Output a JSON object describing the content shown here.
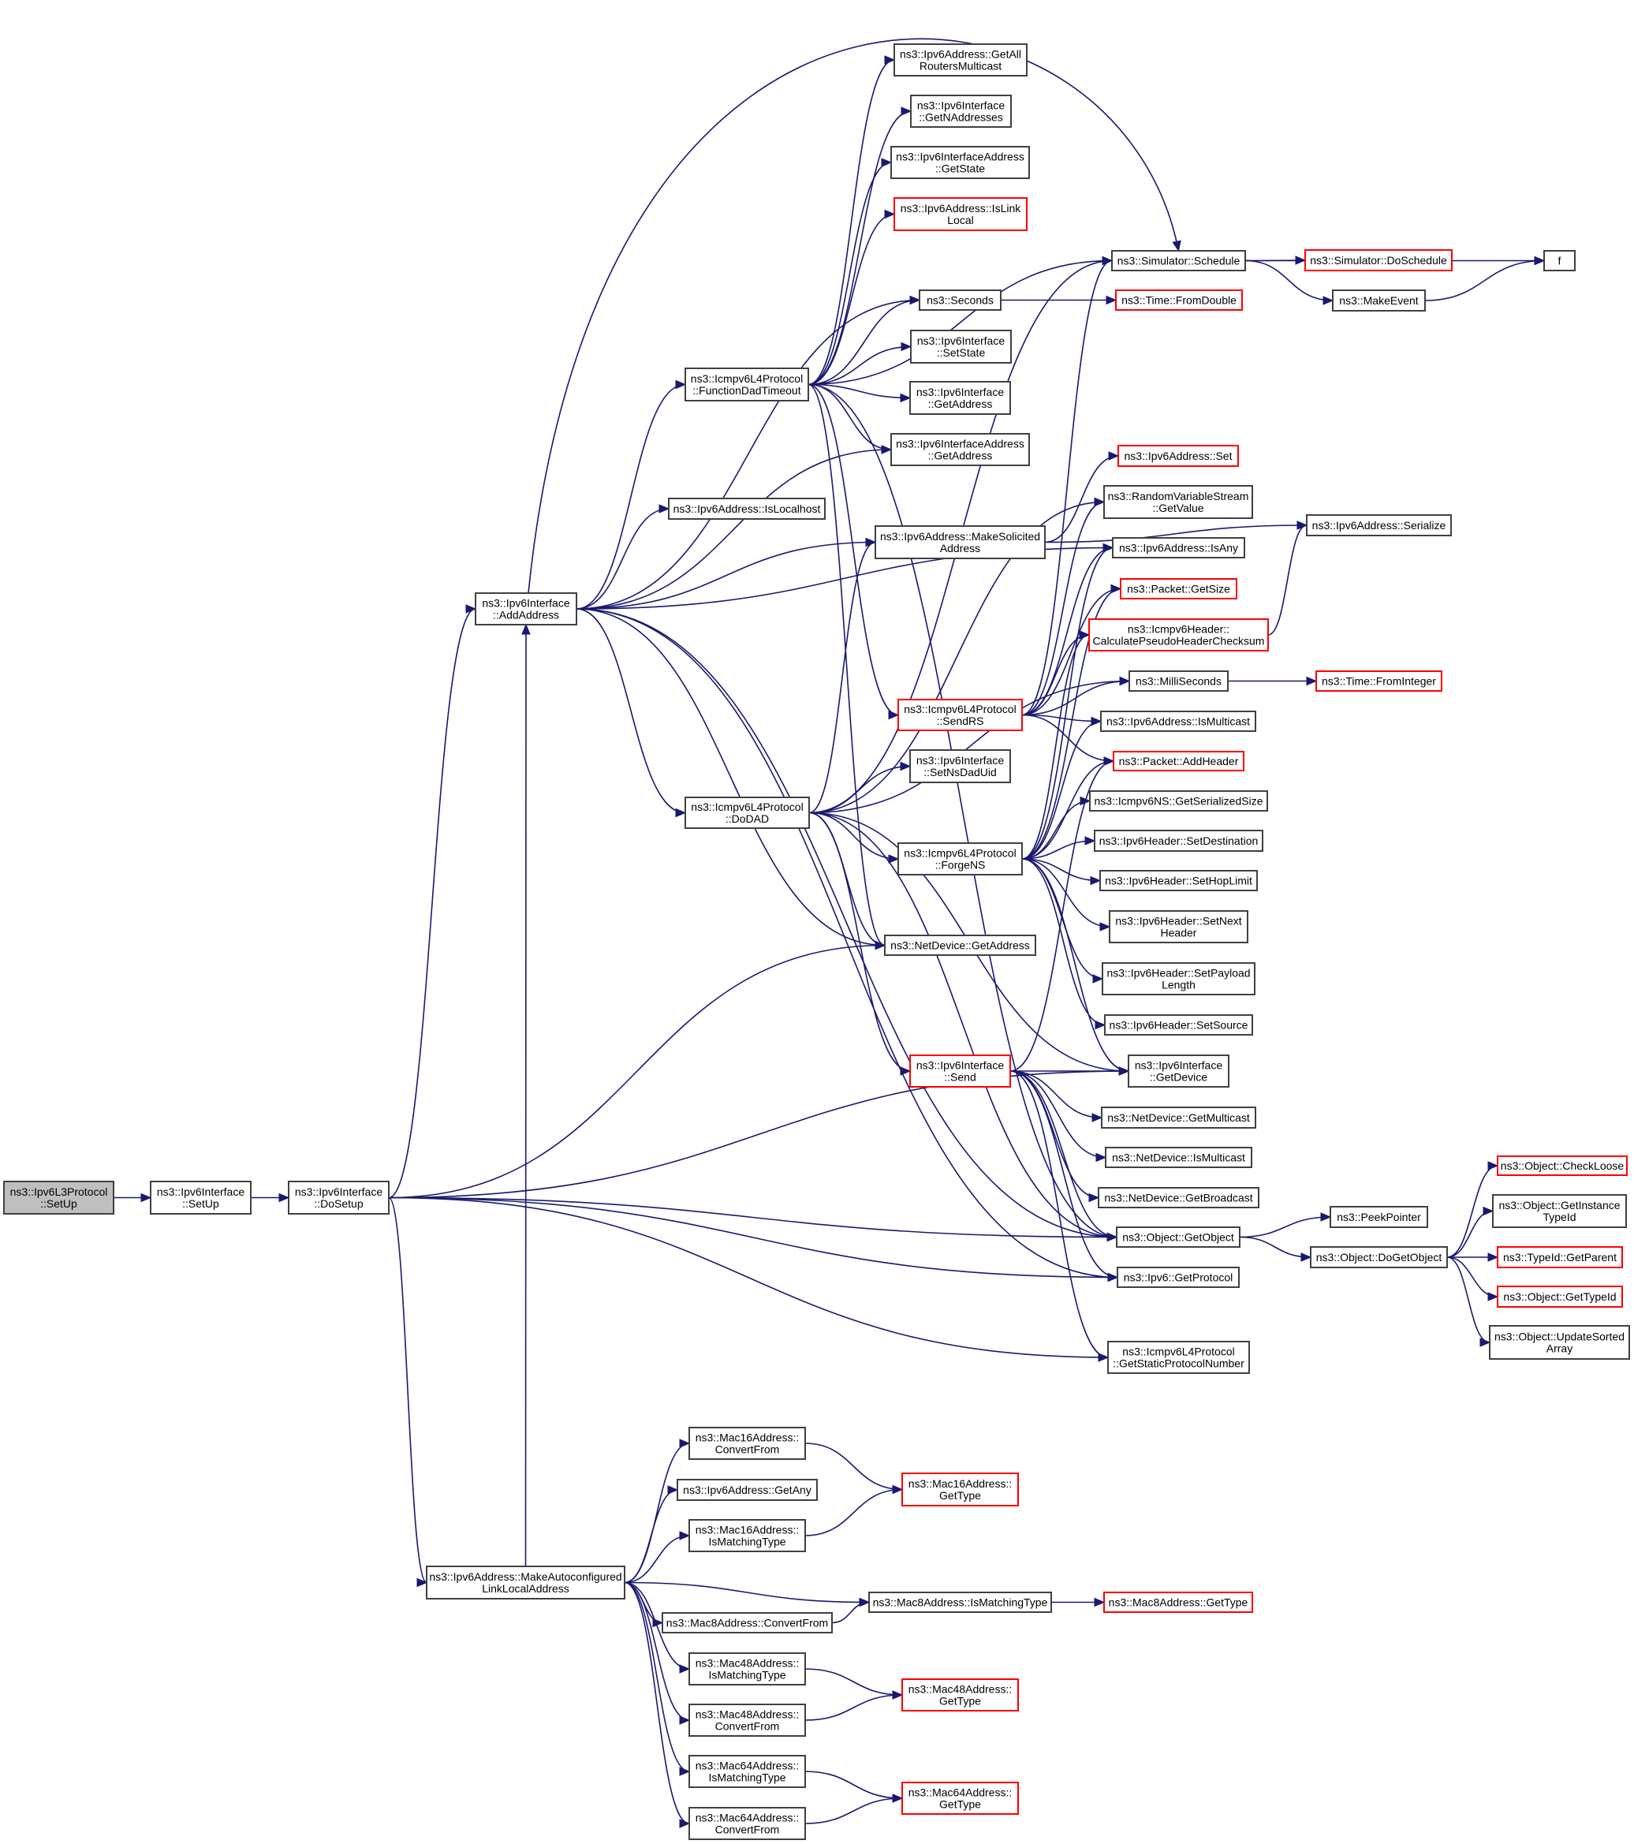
{
  "graph": {
    "type": "doxygen-call-graph",
    "colors": {
      "edge": "#191970",
      "incomplete_border": "#ff0000",
      "root_fill": "#bfbfbf",
      "node_border": "#404040"
    },
    "nodes": [
      {
        "id": "root",
        "lines": [
          "ns3::Ipv6L3Protocol",
          "::SetUp"
        ],
        "style": "root"
      },
      {
        "id": "if_setup",
        "lines": [
          "ns3::Ipv6Interface",
          "::SetUp"
        ],
        "style": "normal"
      },
      {
        "id": "dosetup",
        "lines": [
          "ns3::Ipv6Interface",
          "::DoSetup"
        ],
        "style": "normal"
      },
      {
        "id": "addaddress",
        "lines": [
          "ns3::Ipv6Interface",
          "::AddAddress"
        ],
        "style": "normal"
      },
      {
        "id": "makeauto",
        "lines": [
          "ns3::Ipv6Address::MakeAutoconfigured",
          "LinkLocalAddress"
        ],
        "style": "normal"
      },
      {
        "id": "funcdad",
        "lines": [
          "ns3::Icmpv6L4Protocol",
          "::FunctionDadTimeout"
        ],
        "style": "normal"
      },
      {
        "id": "islocalhost",
        "lines": [
          "ns3::Ipv6Address::IsLocalhost"
        ],
        "style": "normal"
      },
      {
        "id": "dodad",
        "lines": [
          "ns3::Icmpv6L4Protocol",
          "::DoDAD"
        ],
        "style": "normal"
      },
      {
        "id": "getallrouters",
        "lines": [
          "ns3::Ipv6Address::GetAll",
          "RoutersMulticast"
        ],
        "style": "normal"
      },
      {
        "id": "getnaddr",
        "lines": [
          "ns3::Ipv6Interface",
          "::GetNAddresses"
        ],
        "style": "normal"
      },
      {
        "id": "ifaddr_getstate",
        "lines": [
          "ns3::Ipv6InterfaceAddress",
          "::GetState"
        ],
        "style": "normal"
      },
      {
        "id": "islinklocal",
        "lines": [
          "ns3::Ipv6Address::IsLink",
          "Local"
        ],
        "style": "red"
      },
      {
        "id": "schedule",
        "lines": [
          "ns3::Simulator::Schedule"
        ],
        "style": "normal"
      },
      {
        "id": "seconds",
        "lines": [
          "ns3::Seconds"
        ],
        "style": "normal"
      },
      {
        "id": "setstate",
        "lines": [
          "ns3::Ipv6Interface",
          "::SetState"
        ],
        "style": "normal"
      },
      {
        "id": "if_getaddress",
        "lines": [
          "ns3::Ipv6Interface",
          "::GetAddress"
        ],
        "style": "normal"
      },
      {
        "id": "ifaddr_getaddress",
        "lines": [
          "ns3::Ipv6InterfaceAddress",
          "::GetAddress"
        ],
        "style": "normal"
      },
      {
        "id": "makesolicited",
        "lines": [
          "ns3::Ipv6Address::MakeSolicited",
          "Address"
        ],
        "style": "normal"
      },
      {
        "id": "sendrs",
        "lines": [
          "ns3::Icmpv6L4Protocol",
          "::SendRS"
        ],
        "style": "red"
      },
      {
        "id": "setnsdaduid",
        "lines": [
          "ns3::Ipv6Interface",
          "::SetNsDadUid"
        ],
        "style": "normal"
      },
      {
        "id": "forgens",
        "lines": [
          "ns3::Icmpv6L4Protocol",
          "::ForgeNS"
        ],
        "style": "normal"
      },
      {
        "id": "nd_getaddress",
        "lines": [
          "ns3::NetDevice::GetAddress"
        ],
        "style": "normal"
      },
      {
        "id": "if_send",
        "lines": [
          "ns3::Ipv6Interface",
          "::Send"
        ],
        "style": "red"
      },
      {
        "id": "mac16_convert",
        "lines": [
          "ns3::Mac16Address::",
          "ConvertFrom"
        ],
        "style": "normal"
      },
      {
        "id": "getany",
        "lines": [
          "ns3::Ipv6Address::GetAny"
        ],
        "style": "normal"
      },
      {
        "id": "mac16_ismatch",
        "lines": [
          "ns3::Mac16Address::",
          "IsMatchingType"
        ],
        "style": "normal"
      },
      {
        "id": "mac8_convert",
        "lines": [
          "ns3::Mac8Address::ConvertFrom"
        ],
        "style": "normal"
      },
      {
        "id": "mac48_ismatch",
        "lines": [
          "ns3::Mac48Address::",
          "IsMatchingType"
        ],
        "style": "normal"
      },
      {
        "id": "mac48_convert",
        "lines": [
          "ns3::Mac48Address::",
          "ConvertFrom"
        ],
        "style": "normal"
      },
      {
        "id": "mac64_ismatch",
        "lines": [
          "ns3::Mac64Address::",
          "IsMatchingType"
        ],
        "style": "normal"
      },
      {
        "id": "mac64_convert",
        "lines": [
          "ns3::Mac64Address::",
          "ConvertFrom"
        ],
        "style": "normal"
      },
      {
        "id": "fromdouble",
        "lines": [
          "ns3::Time::FromDouble"
        ],
        "style": "red"
      },
      {
        "id": "v6set",
        "lines": [
          "ns3::Ipv6Address::Set"
        ],
        "style": "red"
      },
      {
        "id": "rvs_getvalue",
        "lines": [
          "ns3::RandomVariableStream",
          "::GetValue"
        ],
        "style": "normal"
      },
      {
        "id": "isany",
        "lines": [
          "ns3::Ipv6Address::IsAny"
        ],
        "style": "normal"
      },
      {
        "id": "getsize",
        "lines": [
          "ns3::Packet::GetSize"
        ],
        "style": "red"
      },
      {
        "id": "calcpseudo",
        "lines": [
          "ns3::Icmpv6Header::",
          "CalculatePseudoHeaderChecksum"
        ],
        "style": "red"
      },
      {
        "id": "milliseconds",
        "lines": [
          "ns3::MilliSeconds"
        ],
        "style": "normal"
      },
      {
        "id": "v6ismulticast",
        "lines": [
          "ns3::Ipv6Address::IsMulticast"
        ],
        "style": "normal"
      },
      {
        "id": "addheader",
        "lines": [
          "ns3::Packet::AddHeader"
        ],
        "style": "red"
      },
      {
        "id": "getserializedsize",
        "lines": [
          "ns3::Icmpv6NS::GetSerializedSize"
        ],
        "style": "normal"
      },
      {
        "id": "setdestination",
        "lines": [
          "ns3::Ipv6Header::SetDestination"
        ],
        "style": "normal"
      },
      {
        "id": "sethoplimit",
        "lines": [
          "ns3::Ipv6Header::SetHopLimit"
        ],
        "style": "normal"
      },
      {
        "id": "setnextheader",
        "lines": [
          "ns3::Ipv6Header::SetNext",
          "Header"
        ],
        "style": "normal"
      },
      {
        "id": "setpayloadlength",
        "lines": [
          "ns3::Ipv6Header::SetPayload",
          "Length"
        ],
        "style": "normal"
      },
      {
        "id": "setsource",
        "lines": [
          "ns3::Ipv6Header::SetSource"
        ],
        "style": "normal"
      },
      {
        "id": "if_getdevice",
        "lines": [
          "ns3::Ipv6Interface",
          "::GetDevice"
        ],
        "style": "normal"
      },
      {
        "id": "nd_getmulticast",
        "lines": [
          "ns3::NetDevice::GetMulticast"
        ],
        "style": "normal"
      },
      {
        "id": "nd_ismulticast",
        "lines": [
          "ns3::NetDevice::IsMulticast"
        ],
        "style": "normal"
      },
      {
        "id": "nd_getbroadcast",
        "lines": [
          "ns3::NetDevice::GetBroadcast"
        ],
        "style": "normal"
      },
      {
        "id": "getobject",
        "lines": [
          "ns3::Object::GetObject"
        ],
        "style": "normal"
      },
      {
        "id": "getprotocol",
        "lines": [
          "ns3::Ipv6::GetProtocol"
        ],
        "style": "normal"
      },
      {
        "id": "getstaticproto",
        "lines": [
          "ns3::Icmpv6L4Protocol",
          "::GetStaticProtocolNumber"
        ],
        "style": "normal"
      },
      {
        "id": "mac16_gettype",
        "lines": [
          "ns3::Mac16Address::",
          "GetType"
        ],
        "style": "red"
      },
      {
        "id": "mac8_ismatch",
        "lines": [
          "ns3::Mac8Address::IsMatchingType"
        ],
        "style": "normal"
      },
      {
        "id": "mac48_gettype",
        "lines": [
          "ns3::Mac48Address::",
          "GetType"
        ],
        "style": "red"
      },
      {
        "id": "mac64_gettype",
        "lines": [
          "ns3::Mac64Address::",
          "GetType"
        ],
        "style": "red"
      },
      {
        "id": "doschedule",
        "lines": [
          "ns3::Simulator::DoSchedule"
        ],
        "style": "red"
      },
      {
        "id": "makeevent",
        "lines": [
          "ns3::MakeEvent"
        ],
        "style": "normal"
      },
      {
        "id": "f",
        "lines": [
          "f"
        ],
        "style": "normal"
      },
      {
        "id": "serialize",
        "lines": [
          "ns3::Ipv6Address::Serialize"
        ],
        "style": "normal"
      },
      {
        "id": "frominteger",
        "lines": [
          "ns3::Time::FromInteger"
        ],
        "style": "red"
      },
      {
        "id": "peekpointer",
        "lines": [
          "ns3::PeekPointer"
        ],
        "style": "normal"
      },
      {
        "id": "dogetobject",
        "lines": [
          "ns3::Object::DoGetObject"
        ],
        "style": "normal"
      },
      {
        "id": "mac8_gettype",
        "lines": [
          "ns3::Mac8Address::GetType"
        ],
        "style": "red"
      },
      {
        "id": "checkloose",
        "lines": [
          "ns3::Object::CheckLoose"
        ],
        "style": "red"
      },
      {
        "id": "getinstancetypeid",
        "lines": [
          "ns3::Object::GetInstance",
          "TypeId"
        ],
        "style": "normal"
      },
      {
        "id": "getparent",
        "lines": [
          "ns3::TypeId::GetParent"
        ],
        "style": "red"
      },
      {
        "id": "gettypeid",
        "lines": [
          "ns3::Object::GetTypeId"
        ],
        "style": "red"
      },
      {
        "id": "updatesorted",
        "lines": [
          "ns3::Object::UpdateSorted",
          "Array"
        ],
        "style": "normal"
      }
    ],
    "edges": [
      [
        "root",
        "if_setup"
      ],
      [
        "if_setup",
        "dosetup"
      ],
      [
        "dosetup",
        "addaddress"
      ],
      [
        "dosetup",
        "makeauto"
      ],
      [
        "dosetup",
        "nd_getaddress"
      ],
      [
        "dosetup",
        "if_getdevice"
      ],
      [
        "dosetup",
        "getobject"
      ],
      [
        "dosetup",
        "getprotocol"
      ],
      [
        "dosetup",
        "getstaticproto"
      ],
      [
        "addaddress",
        "funcdad"
      ],
      [
        "addaddress",
        "islocalhost"
      ],
      [
        "addaddress",
        "dodad"
      ],
      [
        "addaddress",
        "schedule"
      ],
      [
        "addaddress",
        "seconds"
      ],
      [
        "addaddress",
        "ifaddr_getaddress"
      ],
      [
        "addaddress",
        "makesolicited"
      ],
      [
        "addaddress",
        "isany"
      ],
      [
        "addaddress",
        "getobject"
      ],
      [
        "addaddress",
        "getprotocol"
      ],
      [
        "addaddress",
        "nd_getaddress"
      ],
      [
        "funcdad",
        "getallrouters"
      ],
      [
        "funcdad",
        "getnaddr"
      ],
      [
        "funcdad",
        "ifaddr_getstate"
      ],
      [
        "funcdad",
        "islinklocal"
      ],
      [
        "funcdad",
        "schedule"
      ],
      [
        "funcdad",
        "seconds"
      ],
      [
        "funcdad",
        "setstate"
      ],
      [
        "funcdad",
        "if_getaddress"
      ],
      [
        "funcdad",
        "ifaddr_getaddress"
      ],
      [
        "funcdad",
        "sendrs"
      ],
      [
        "funcdad",
        "nd_getaddress"
      ],
      [
        "funcdad",
        "getobject"
      ],
      [
        "dodad",
        "setnsdaduid"
      ],
      [
        "dodad",
        "forgens"
      ],
      [
        "dodad",
        "if_send"
      ],
      [
        "dodad",
        "nd_getaddress"
      ],
      [
        "dodad",
        "makesolicited"
      ],
      [
        "dodad",
        "rvs_getvalue"
      ],
      [
        "dodad",
        "milliseconds"
      ],
      [
        "dodad",
        "schedule"
      ],
      [
        "dodad",
        "if_getdevice"
      ],
      [
        "dodad",
        "getobject"
      ],
      [
        "makesolicited",
        "v6set"
      ],
      [
        "makesolicited",
        "serialize"
      ],
      [
        "sendrs",
        "schedule"
      ],
      [
        "sendrs",
        "rvs_getvalue"
      ],
      [
        "sendrs",
        "isany"
      ],
      [
        "sendrs",
        "getsize"
      ],
      [
        "sendrs",
        "calcpseudo"
      ],
      [
        "sendrs",
        "milliseconds"
      ],
      [
        "sendrs",
        "v6ismulticast"
      ],
      [
        "sendrs",
        "addheader"
      ],
      [
        "forgens",
        "isany"
      ],
      [
        "forgens",
        "getsize"
      ],
      [
        "forgens",
        "calcpseudo"
      ],
      [
        "forgens",
        "v6ismulticast"
      ],
      [
        "forgens",
        "addheader"
      ],
      [
        "forgens",
        "getserializedsize"
      ],
      [
        "forgens",
        "setdestination"
      ],
      [
        "forgens",
        "sethoplimit"
      ],
      [
        "forgens",
        "setnextheader"
      ],
      [
        "forgens",
        "setpayloadlength"
      ],
      [
        "forgens",
        "setsource"
      ],
      [
        "forgens",
        "if_getdevice"
      ],
      [
        "if_send",
        "if_getdevice"
      ],
      [
        "if_send",
        "nd_getmulticast"
      ],
      [
        "if_send",
        "nd_ismulticast"
      ],
      [
        "if_send",
        "nd_getbroadcast"
      ],
      [
        "if_send",
        "getobject"
      ],
      [
        "if_send",
        "getprotocol"
      ],
      [
        "if_send",
        "getstaticproto"
      ],
      [
        "if_send",
        "addheader"
      ],
      [
        "calcpseudo",
        "serialize"
      ],
      [
        "schedule",
        "doschedule"
      ],
      [
        "schedule",
        "makeevent"
      ],
      [
        "schedule",
        "f"
      ],
      [
        "makeevent",
        "f"
      ],
      [
        "seconds",
        "fromdouble"
      ],
      [
        "milliseconds",
        "frominteger"
      ],
      [
        "getobject",
        "peekpointer"
      ],
      [
        "getobject",
        "dogetobject"
      ],
      [
        "dogetobject",
        "checkloose"
      ],
      [
        "dogetobject",
        "getinstancetypeid"
      ],
      [
        "dogetobject",
        "getparent"
      ],
      [
        "dogetobject",
        "gettypeid"
      ],
      [
        "dogetobject",
        "updatesorted"
      ],
      [
        "makeauto",
        "addaddress"
      ],
      [
        "makeauto",
        "mac16_convert"
      ],
      [
        "makeauto",
        "getany"
      ],
      [
        "makeauto",
        "mac16_ismatch"
      ],
      [
        "makeauto",
        "mac8_ismatch"
      ],
      [
        "makeauto",
        "mac8_convert"
      ],
      [
        "makeauto",
        "mac48_ismatch"
      ],
      [
        "makeauto",
        "mac48_convert"
      ],
      [
        "makeauto",
        "mac64_ismatch"
      ],
      [
        "makeauto",
        "mac64_convert"
      ],
      [
        "mac16_convert",
        "mac16_gettype"
      ],
      [
        "mac16_ismatch",
        "mac16_gettype"
      ],
      [
        "mac8_convert",
        "mac8_ismatch"
      ],
      [
        "mac8_ismatch",
        "mac8_gettype"
      ],
      [
        "mac48_ismatch",
        "mac48_gettype"
      ],
      [
        "mac48_convert",
        "mac48_gettype"
      ],
      [
        "mac64_ismatch",
        "mac64_gettype"
      ],
      [
        "mac64_convert",
        "mac64_gettype"
      ]
    ]
  }
}
